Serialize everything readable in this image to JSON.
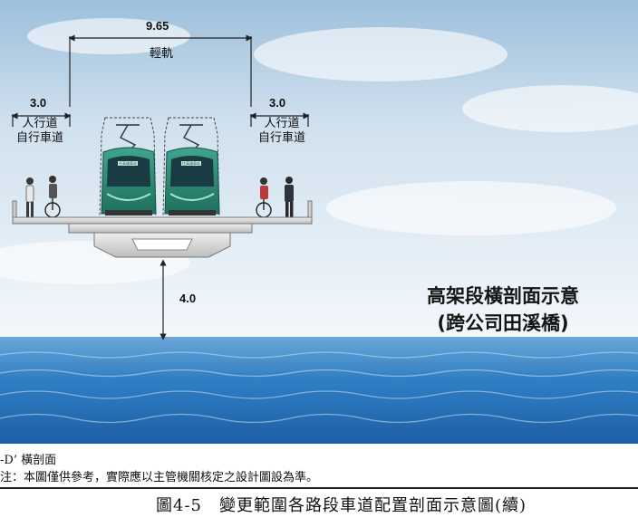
{
  "dimensions": {
    "total_width": "9.65",
    "left_side_width": "3.0",
    "right_side_width": "3.0",
    "clearance": "4.0"
  },
  "lanes": {
    "center": "輕軌",
    "left_line1": "人行道",
    "left_line2": "自行車道",
    "right_line1": "人行道",
    "right_line2": "自行車道"
  },
  "tram_sign": "往高雄車站",
  "section_title": {
    "line1": "高架段橫剖面示意",
    "line2": "(跨公司田溪橋)"
  },
  "notes": {
    "section_label": "-D’ 橫剖面",
    "remark": "注：本圖僅供參考，實際應以主管機關核定之設計圖設為準。"
  },
  "caption": "圖4-5　變更範圍各路段車道配置剖面示意圖(續)",
  "colors": {
    "sky_top": "#8fb6d8",
    "sea": "#2f7fc4",
    "tram": "#2e8f7a",
    "structure": "#d6d6d6"
  }
}
